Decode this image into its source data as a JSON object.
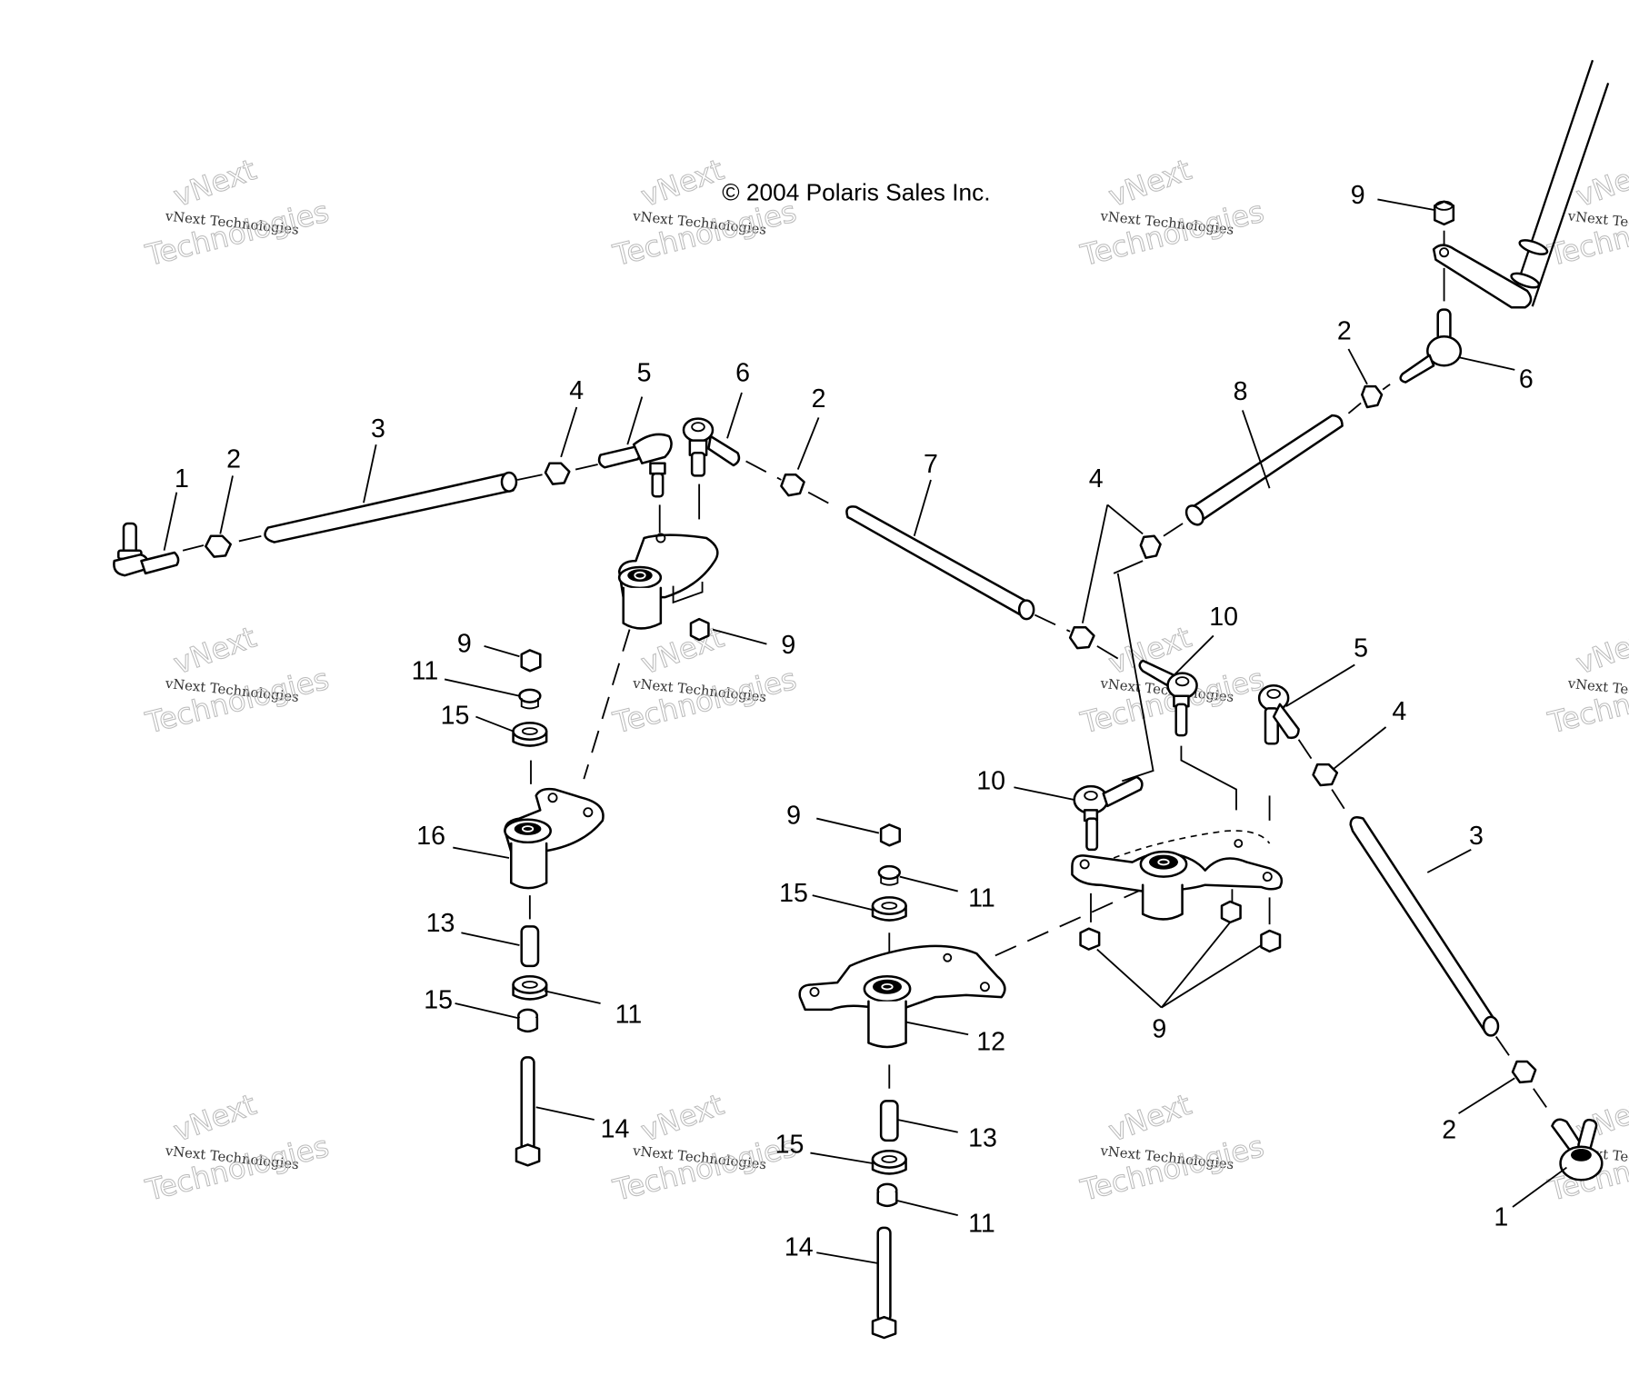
{
  "copyright": "© 2004 Polaris Sales Inc.",
  "watermark": {
    "line1": "vNext",
    "line2": "vNext Technologies",
    "line3": "Technologies"
  },
  "callouts": [
    {
      "id": "c1a",
      "label": "1"
    },
    {
      "id": "c2a",
      "label": "2"
    },
    {
      "id": "c3a",
      "label": "3"
    },
    {
      "id": "c4a",
      "label": "4"
    },
    {
      "id": "c5a",
      "label": "5"
    },
    {
      "id": "c6a",
      "label": "6"
    },
    {
      "id": "c2b",
      "label": "2"
    },
    {
      "id": "c7",
      "label": "7"
    },
    {
      "id": "c4b",
      "label": "4"
    },
    {
      "id": "c8",
      "label": "8"
    },
    {
      "id": "c2c",
      "label": "2"
    },
    {
      "id": "c6b",
      "label": "6"
    },
    {
      "id": "c9a",
      "label": "9"
    },
    {
      "id": "c10a",
      "label": "10"
    },
    {
      "id": "c5b",
      "label": "5"
    },
    {
      "id": "c4c",
      "label": "4"
    },
    {
      "id": "c3b",
      "label": "3"
    },
    {
      "id": "c10b",
      "label": "10"
    },
    {
      "id": "c9b",
      "label": "9"
    },
    {
      "id": "c9c",
      "label": "9"
    },
    {
      "id": "c11a",
      "label": "11"
    },
    {
      "id": "c15a",
      "label": "15"
    },
    {
      "id": "c16",
      "label": "16"
    },
    {
      "id": "c13a",
      "label": "13"
    },
    {
      "id": "c11b",
      "label": "11"
    },
    {
      "id": "c15b",
      "label": "15"
    },
    {
      "id": "c14a",
      "label": "14"
    },
    {
      "id": "c9d",
      "label": "9"
    },
    {
      "id": "c15c",
      "label": "15"
    },
    {
      "id": "c11c",
      "label": "11"
    },
    {
      "id": "c12",
      "label": "12"
    },
    {
      "id": "c13b",
      "label": "13"
    },
    {
      "id": "c15d",
      "label": "15"
    },
    {
      "id": "c11d",
      "label": "11"
    },
    {
      "id": "c14b",
      "label": "14"
    },
    {
      "id": "c9e",
      "label": "9"
    },
    {
      "id": "c2d",
      "label": "2"
    },
    {
      "id": "c1b",
      "label": "1"
    }
  ]
}
